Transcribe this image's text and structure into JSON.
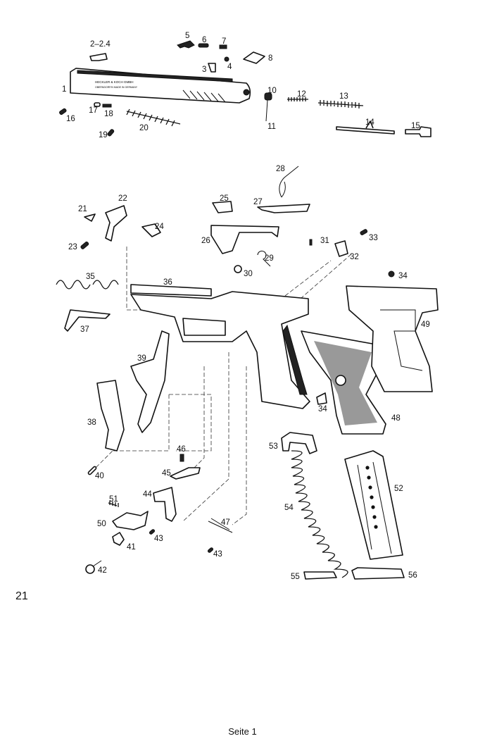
{
  "diagram": {
    "title": "Exploded parts view",
    "slide_engraving": [
      "HECKLER & KOCH GMBH",
      "OBERNDORF/N MADE IN GERMANY"
    ],
    "part_labels": [
      "2–2.4",
      "5",
      "6",
      "7",
      "8",
      "3",
      "4",
      "1",
      "10",
      "12",
      "13",
      "17",
      "18",
      "16",
      "20",
      "11",
      "14",
      "15",
      "19",
      "28",
      "25",
      "22",
      "27",
      "21",
      "24",
      "26",
      "31",
      "33",
      "23",
      "32",
      "29",
      "30",
      "34",
      "35",
      "36",
      "49",
      "37",
      "39",
      "34",
      "48",
      "38",
      "53",
      "46",
      "40",
      "45",
      "52",
      "44",
      "51",
      "54",
      "50",
      "47",
      "43",
      "41",
      "43",
      "42",
      "55",
      "56"
    ]
  },
  "page_number": "21",
  "footer": "Seite 1"
}
